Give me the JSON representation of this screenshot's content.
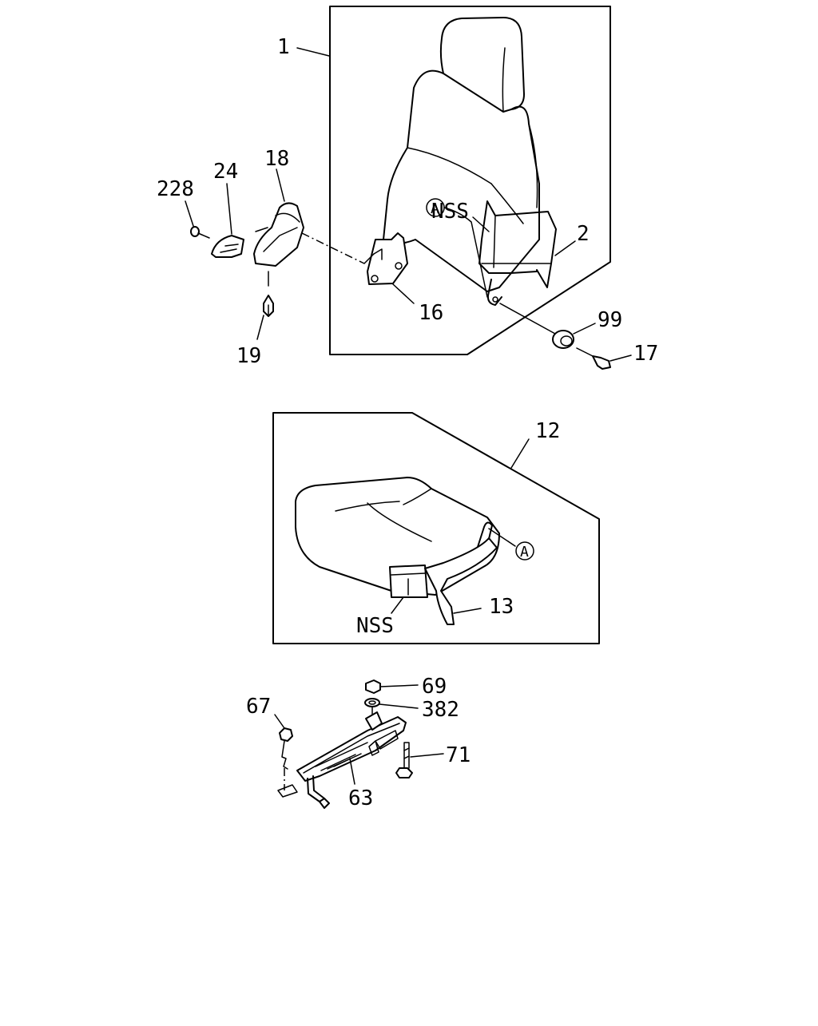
{
  "diagram": {
    "labels": {
      "p1": "1",
      "p2": "2",
      "p12": "12",
      "p13": "13",
      "p16": "16",
      "p17": "17",
      "p18": "18",
      "p19": "19",
      "p24": "24",
      "p63": "63",
      "p67": "67",
      "p69": "69",
      "p71": "71",
      "p99": "99",
      "p228": "228",
      "p382": "382",
      "nss_top": "NSS",
      "nss_bottom": "NSS",
      "callout_a_top": "A",
      "callout_a_bottom": "A"
    }
  }
}
